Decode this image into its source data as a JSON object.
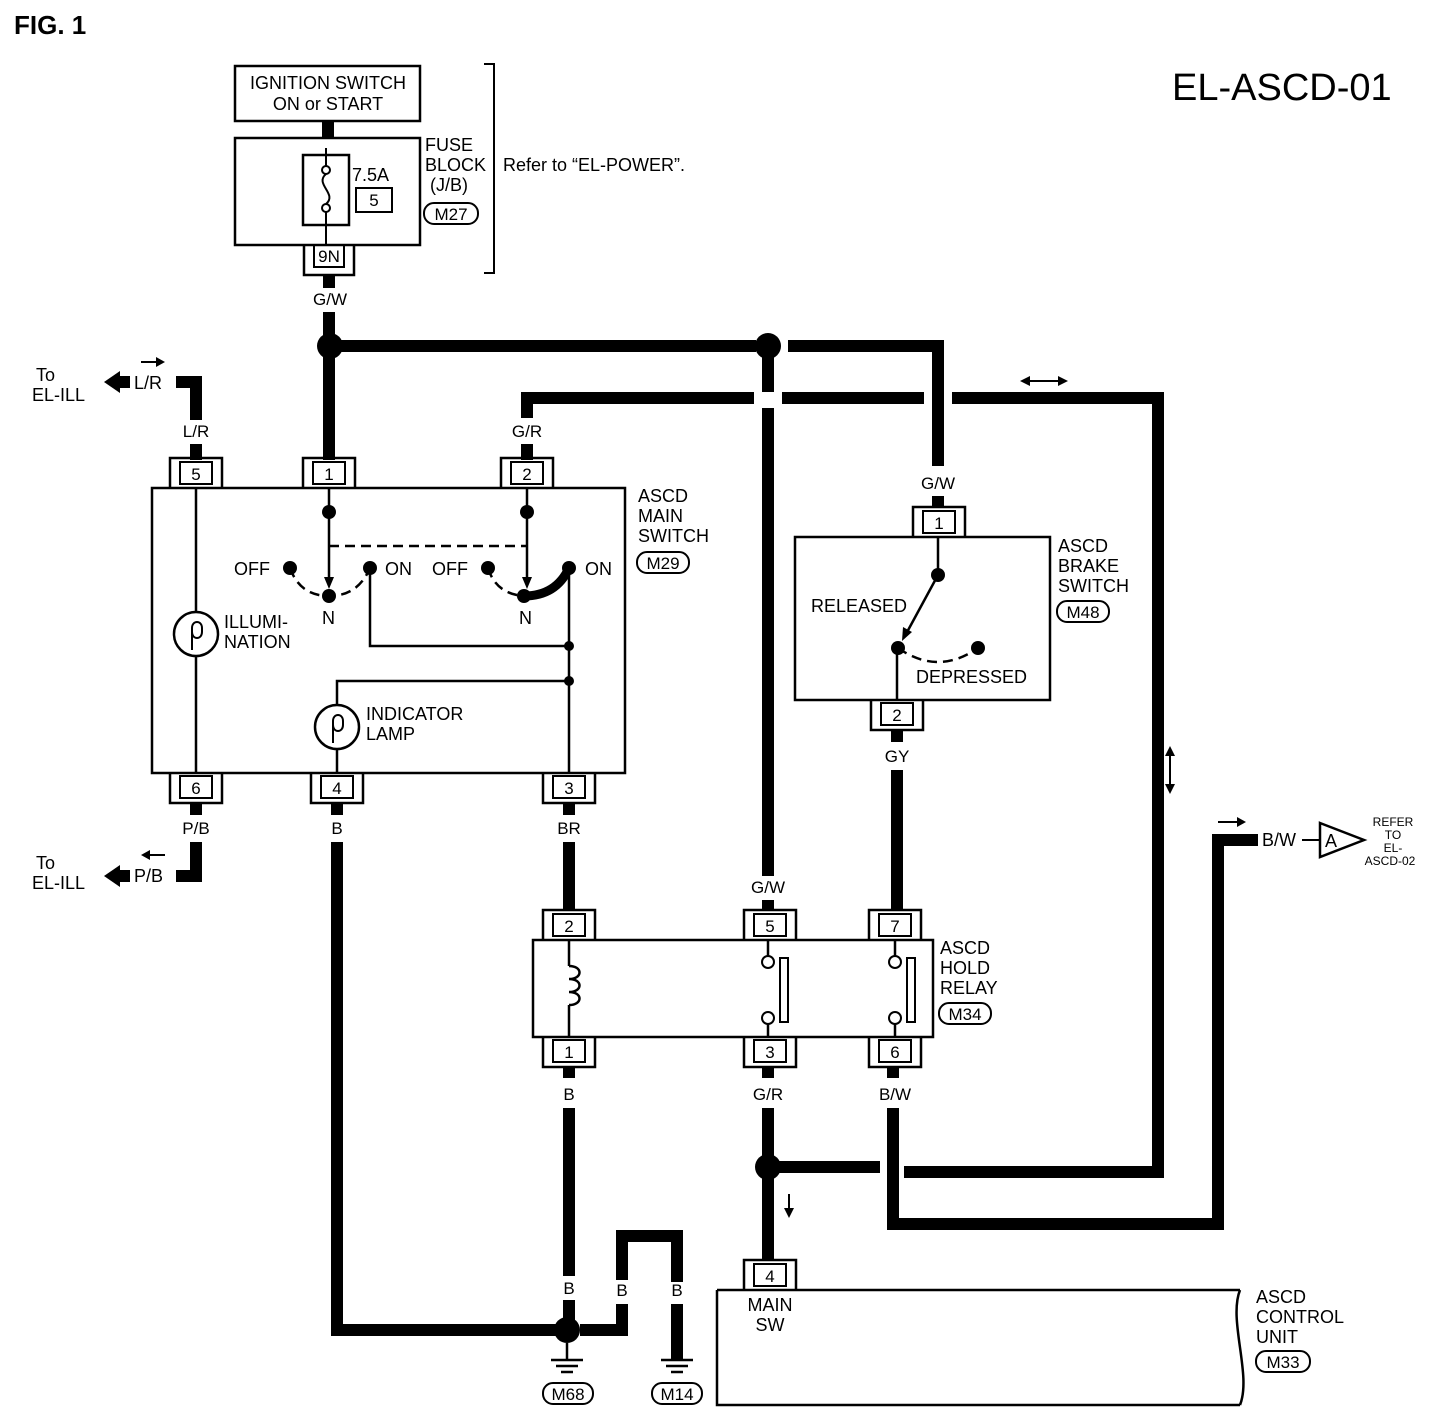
{
  "fig_label": "FIG. 1",
  "doc_id": "EL-ASCD-01",
  "ignition": {
    "line1": "IGNITION SWITCH",
    "line2": "ON or START"
  },
  "fuse_block": {
    "line1": "FUSE",
    "line2": "BLOCK",
    "line3": "(J/B)",
    "connector": "M27",
    "rating": "7.5A",
    "fuse_no": "5",
    "terminal": "9N",
    "refer": "Refer to “EL-POWER”."
  },
  "main_switch": {
    "line1": "ASCD",
    "line2": "MAIN",
    "line3": "SWITCH",
    "connector": "M29",
    "pins": {
      "p5": "5",
      "p1": "1",
      "p2": "2",
      "p6": "6",
      "p4": "4",
      "p3": "3"
    },
    "off_left": "OFF",
    "on_left": "ON",
    "n_left": "N",
    "off_right": "OFF",
    "on_right": "ON",
    "n_right": "N",
    "illum1": "ILLUMI-",
    "illum2": "NATION",
    "ind1": "INDICATOR",
    "ind2": "LAMP"
  },
  "brake_switch": {
    "line1": "ASCD",
    "line2": "BRAKE",
    "line3": "SWITCH",
    "connector": "M48",
    "released": "RELEASED",
    "depressed": "DEPRESSED",
    "pins": {
      "p1": "1",
      "p2": "2"
    }
  },
  "hold_relay": {
    "line1": "ASCD",
    "line2": "HOLD",
    "line3": "RELAY",
    "connector": "M34",
    "pins": {
      "p2": "2",
      "p5": "5",
      "p7": "7",
      "p1": "1",
      "p3": "3",
      "p6": "6"
    }
  },
  "control_unit": {
    "line1": "ASCD",
    "line2": "CONTROL",
    "line3": "UNIT",
    "connector": "M33",
    "pin": "4",
    "main1": "MAIN",
    "main2": "SW"
  },
  "wires": {
    "gw_fuse": "G/W",
    "lr": "L/R",
    "gr_top": "G/R",
    "gw_brake": "G/W",
    "gy": "GY",
    "pb": "P/B",
    "b_main": "B",
    "br": "BR",
    "gw_relay": "G/W",
    "b_relay": "B",
    "gr_relay": "G/R",
    "bw_relay": "B/W",
    "bw_ext": "B/W",
    "b_g1": "B",
    "b_g2": "B",
    "b_g3": "B",
    "lr_ext": "L/R",
    "pb_ext": "P/B"
  },
  "to_ill_top": {
    "line1": "To",
    "line2": "EL-ILL"
  },
  "to_ill_bottom": {
    "line1": "To",
    "line2": "EL-ILL"
  },
  "refer_ascd02": {
    "letter": "A",
    "line1": "REFER",
    "line2": "TO",
    "line3": "EL-",
    "line4": "ASCD-02"
  },
  "grounds": {
    "g1": "M68",
    "g2": "M14"
  }
}
